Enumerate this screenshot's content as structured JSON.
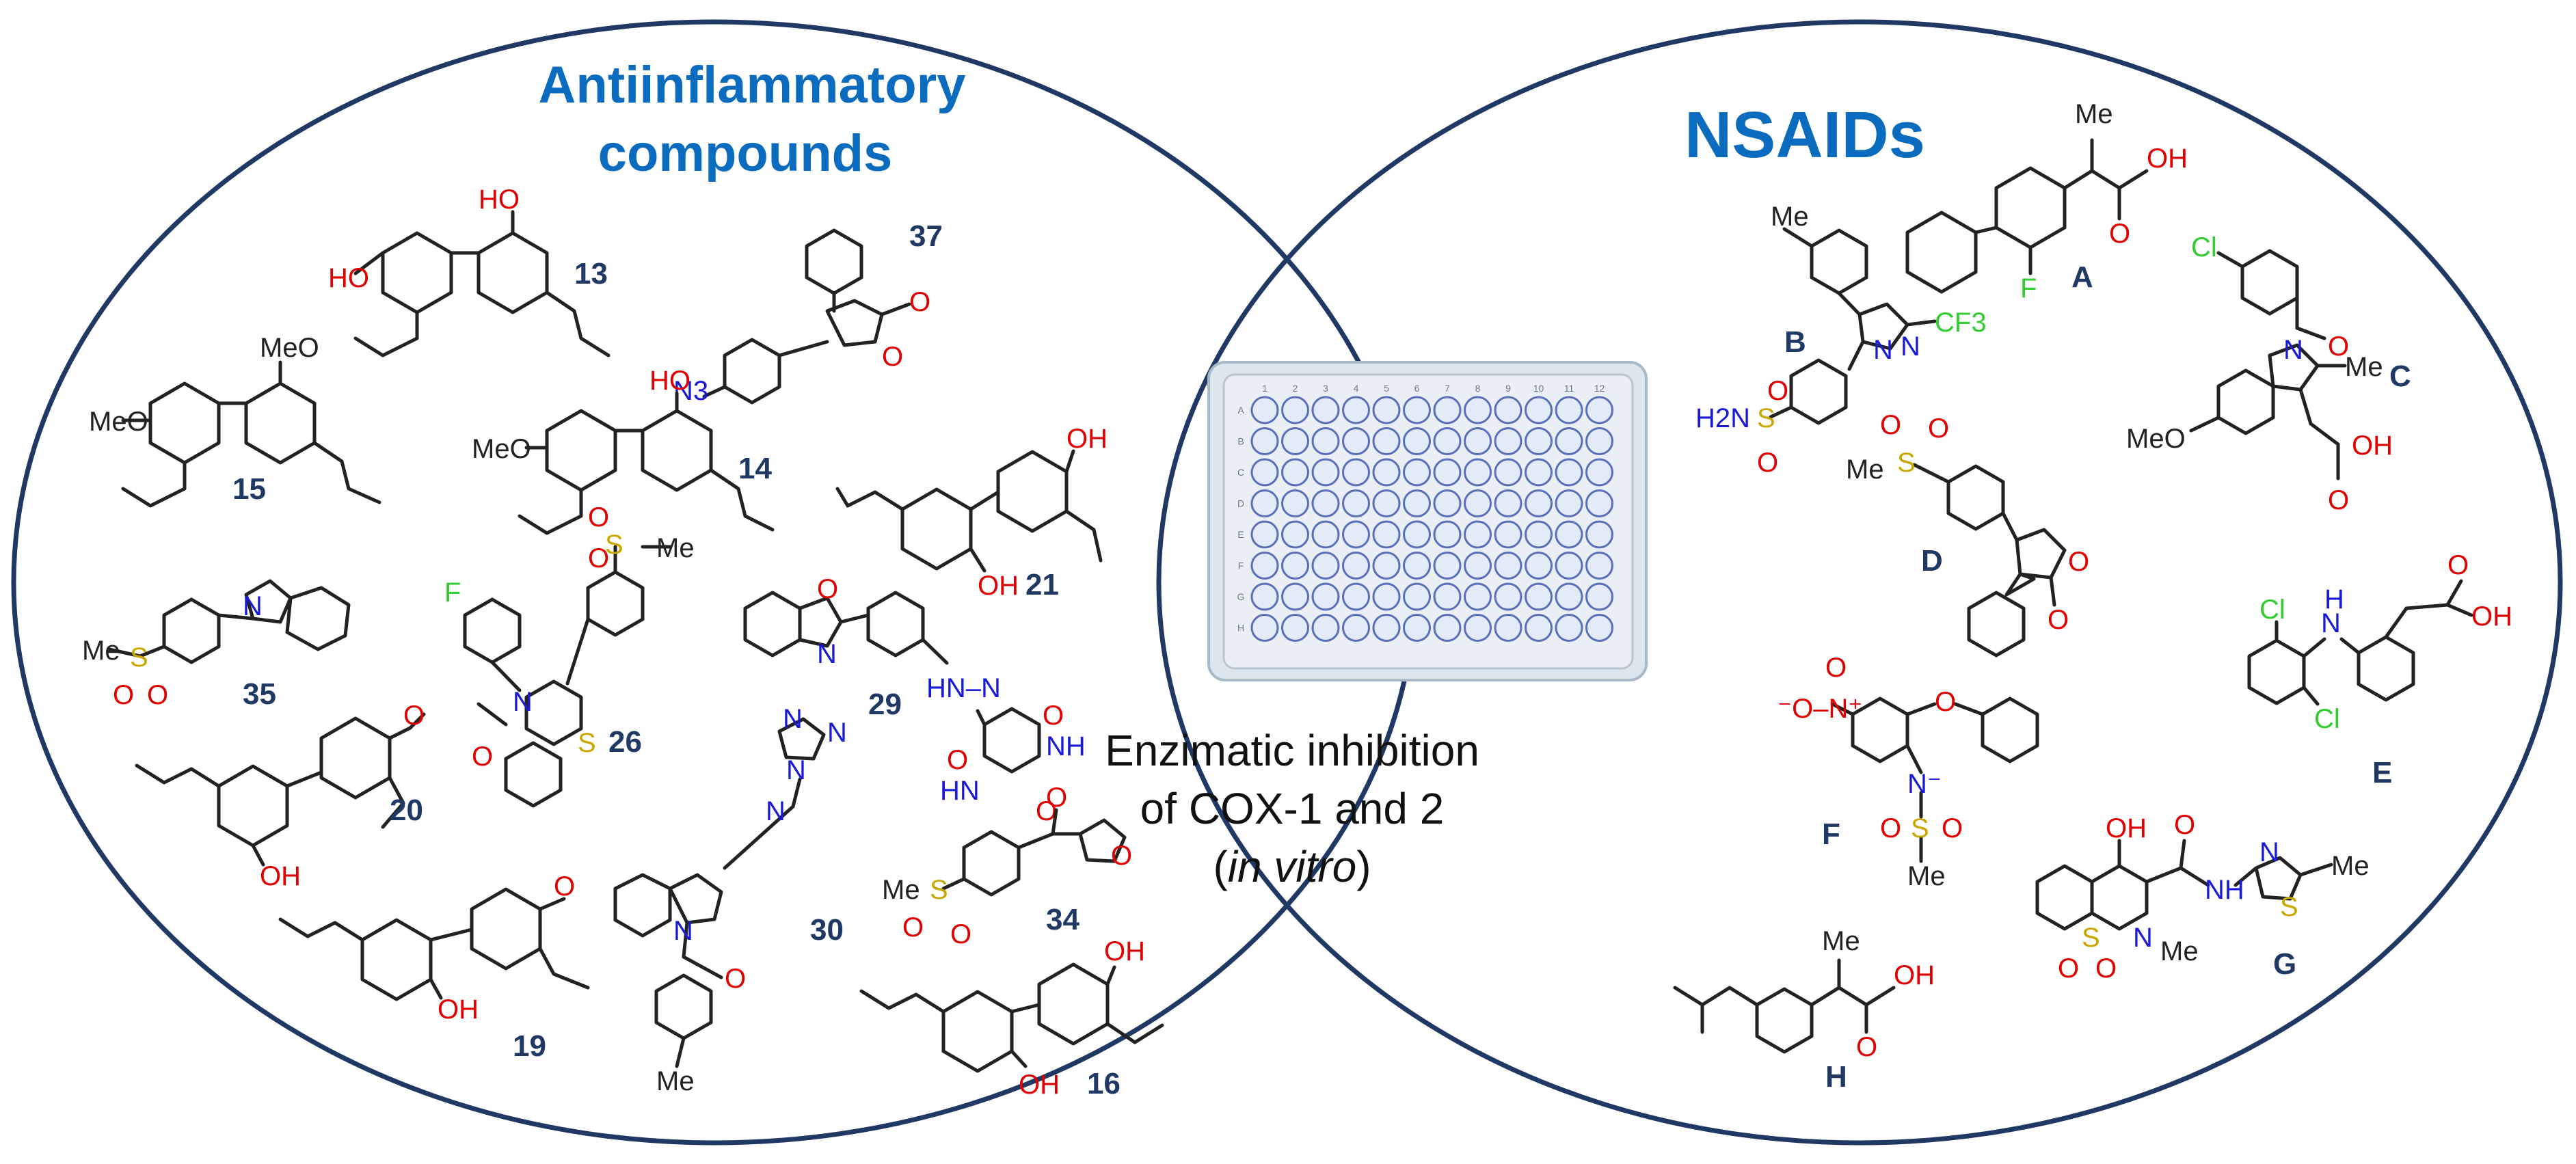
{
  "left_title": {
    "line1": "Antiinflammatory",
    "line2": "compounds"
  },
  "right_title": "NSAIDs",
  "center_caption": {
    "line1": "Enzimatic inhibition",
    "line2": "of COX-1 and 2",
    "line3_open": "(",
    "line3_italic": "in vitro",
    "line3_close": ")"
  },
  "plate": {
    "columns": [
      "1",
      "2",
      "3",
      "4",
      "5",
      "6",
      "7",
      "8",
      "9",
      "10",
      "11",
      "12"
    ],
    "rows": [
      "A",
      "B",
      "C",
      "D",
      "E",
      "F",
      "G",
      "H"
    ]
  },
  "compound_numbers": {
    "c13": "13",
    "c37": "37",
    "c15": "15",
    "c14": "14",
    "c21": "21",
    "c35": "35",
    "c26": "26",
    "c29": "29",
    "c20": "20",
    "c30": "30",
    "c34": "34",
    "c19": "19",
    "c16": "16"
  },
  "nsaid_letters": {
    "A": "A",
    "B": "B",
    "C": "C",
    "D": "D",
    "E": "E",
    "F": "F",
    "G": "G",
    "H": "H"
  },
  "atom_labels": {
    "ho": "HO",
    "oh": "OH",
    "meo": "MeO",
    "o": "O",
    "me": "Me",
    "f": "F",
    "n3": "N3",
    "s": "S",
    "n": "N",
    "nh": "NH",
    "hn": "HN",
    "hnn": "HN–N",
    "cooh": "OH",
    "cl": "Cl",
    "cf3": "CF3",
    "h2n": "H2N",
    "h": "H",
    "no2": "⁻O–N⁺",
    "nminus": "N⁻"
  },
  "colors": {
    "title_blue": "#0b6cbf",
    "number_navy": "#1f3864",
    "oxygen": "#e00000",
    "nitrogen": "#1a1ad6",
    "sulfur": "#c8a800",
    "halogen": "#33cc33",
    "ellipse": "#1f3864"
  }
}
